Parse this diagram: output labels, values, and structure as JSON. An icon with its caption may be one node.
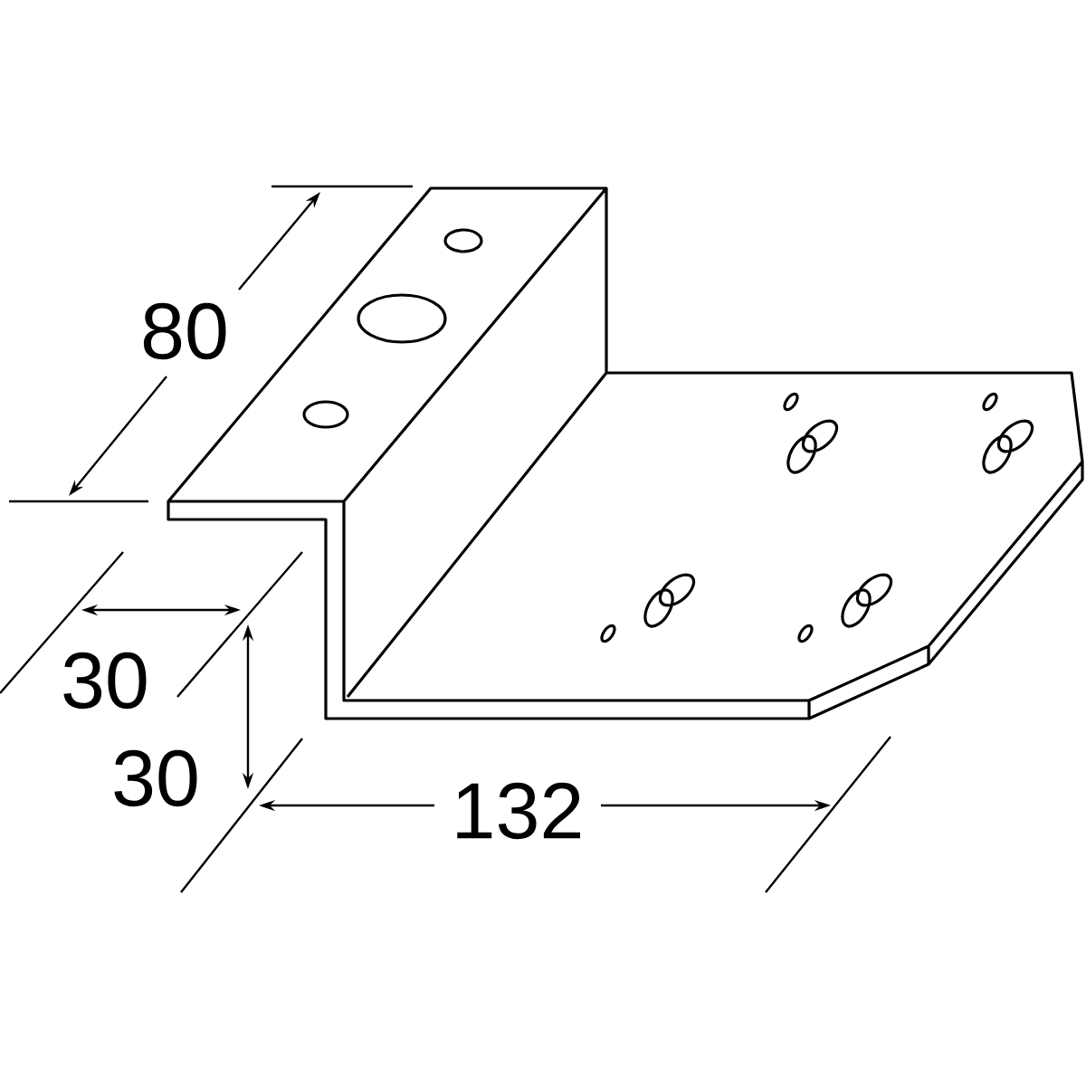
{
  "diagram": {
    "labels": [
      "80",
      "30",
      "30",
      "132"
    ]
  }
}
